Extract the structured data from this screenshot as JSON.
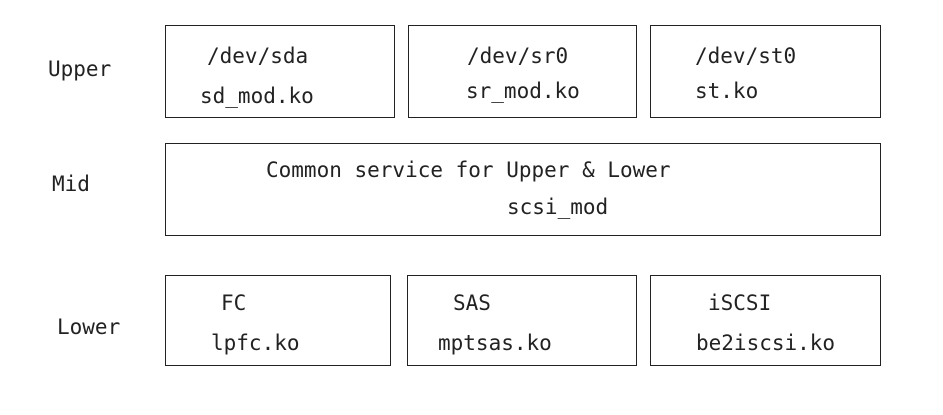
{
  "layers": {
    "upper": {
      "label": "Upper",
      "boxes": [
        {
          "device": "/dev/sda",
          "module": "sd_mod.ko"
        },
        {
          "device": "/dev/sr0",
          "module": "sr_mod.ko"
        },
        {
          "device": "/dev/st0",
          "module": "st.ko"
        }
      ]
    },
    "mid": {
      "label": "Mid",
      "box": {
        "line1": "Common service for Upper & Lower",
        "line2": "scsi_mod"
      }
    },
    "lower": {
      "label": "Lower",
      "boxes": [
        {
          "transport": "FC",
          "module": "lpfc.ko"
        },
        {
          "transport": "SAS",
          "module": "mptsas.ko"
        },
        {
          "transport": "iSCSI",
          "module": "be2iscsi.ko"
        }
      ]
    }
  }
}
